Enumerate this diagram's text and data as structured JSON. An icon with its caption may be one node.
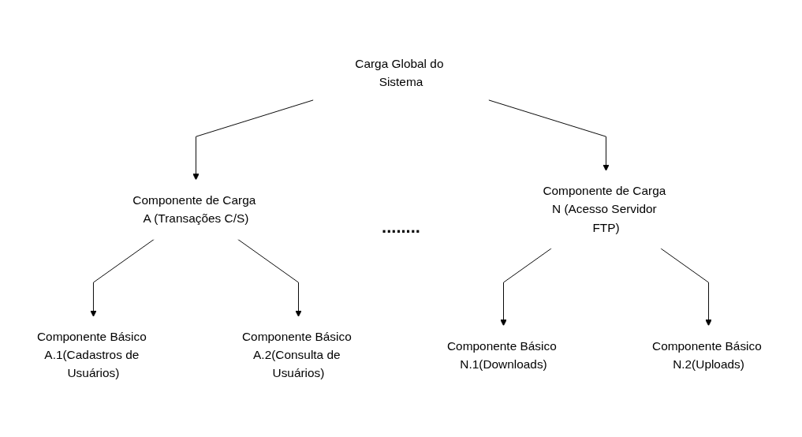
{
  "diagram": {
    "nodes": [
      {
        "text": [
          "Carga Global do Sistema"
        ]
      },
      {
        "text": [
          "Componente de Carga A (Transações C/S)"
        ]
      },
      {
        "text": [
          "Componente de Carga N (Acesso Servidor FTP)"
        ]
      },
      {
        "text": [
          "Componente Básico A.1(Cadastros de Usuários)"
        ]
      },
      {
        "text": [
          "Componente Básico A.2(Consulta de Usuários)"
        ]
      },
      {
        "text": [
          "Componente Básico N.1(Downloads)"
        ]
      },
      {
        "text": [
          "Componente Básico N.2(Uploads)"
        ]
      }
    ],
    "edges": [
      {
        "from": 0,
        "to": 1,
        "arrow": "to"
      },
      {
        "from": 0,
        "to": 2,
        "arrow": "to"
      },
      {
        "from": 1,
        "to": 3,
        "arrow": "to"
      },
      {
        "from": 1,
        "to": 4,
        "arrow": "to"
      },
      {
        "from": 2,
        "to": 5,
        "arrow": "to"
      },
      {
        "from": 2,
        "to": 6,
        "arrow": "to"
      }
    ],
    "labels": [
      "........"
    ]
  }
}
